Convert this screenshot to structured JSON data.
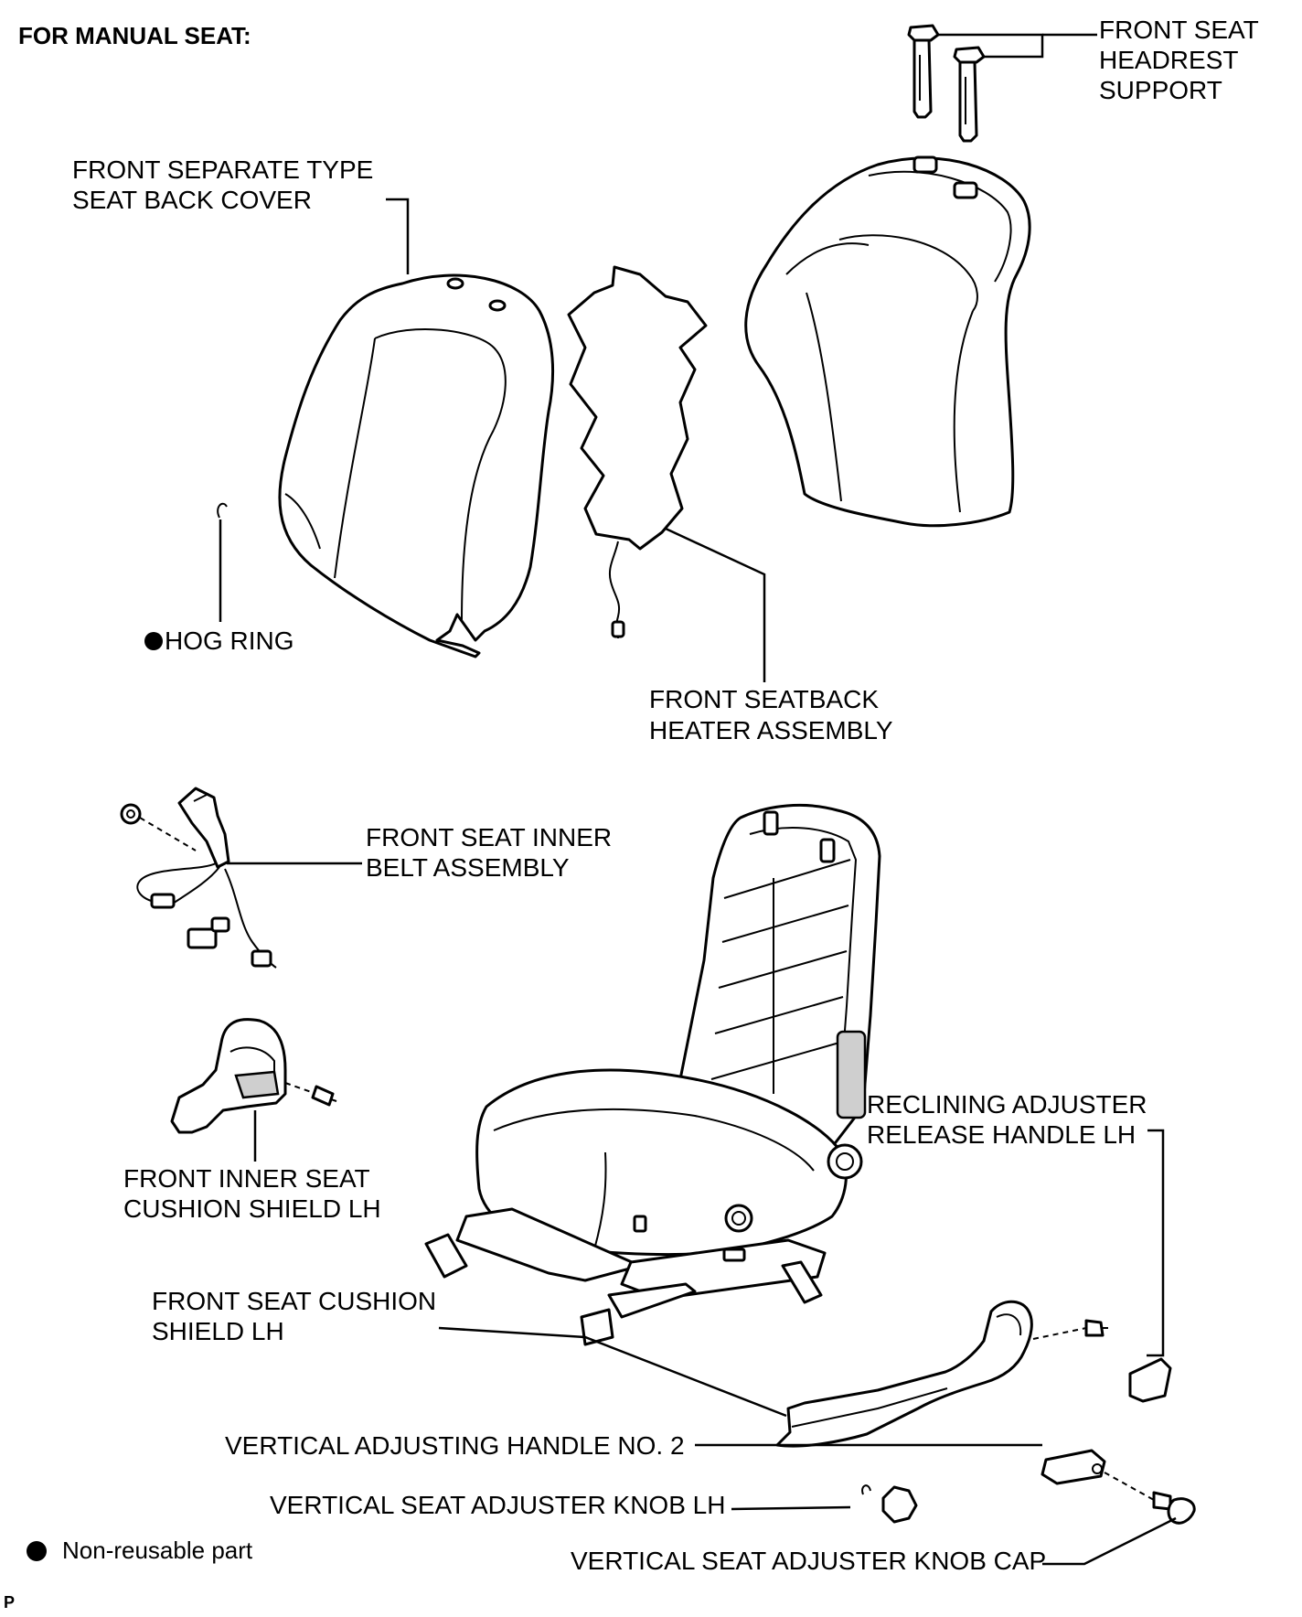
{
  "header": {
    "title": "FOR MANUAL SEAT:"
  },
  "labels": {
    "headrest_support": [
      "FRONT SEAT",
      "HEADREST",
      "SUPPORT"
    ],
    "seat_back_cover": [
      "FRONT SEPARATE TYPE",
      "SEAT BACK COVER"
    ],
    "hog_ring": "HOG RING",
    "seatback_heater": [
      "FRONT SEATBACK",
      "HEATER ASSEMBLY"
    ],
    "inner_belt": [
      "FRONT SEAT INNER",
      "BELT ASSEMBLY"
    ],
    "inner_cushion_shield": [
      "FRONT INNER SEAT",
      "CUSHION SHIELD LH"
    ],
    "reclining_handle": [
      "RECLINING ADJUSTER",
      "RELEASE HANDLE LH"
    ],
    "cushion_shield": [
      "FRONT SEAT CUSHION",
      "SHIELD LH"
    ],
    "vertical_handle": "VERTICAL ADJUSTING HANDLE NO. 2",
    "vertical_knob": "VERTICAL SEAT ADJUSTER KNOB LH",
    "knob_cap": "VERTICAL SEAT ADJUSTER KNOB CAP"
  },
  "legend": {
    "text": "Non-reusable part"
  },
  "corner_mark": "P"
}
